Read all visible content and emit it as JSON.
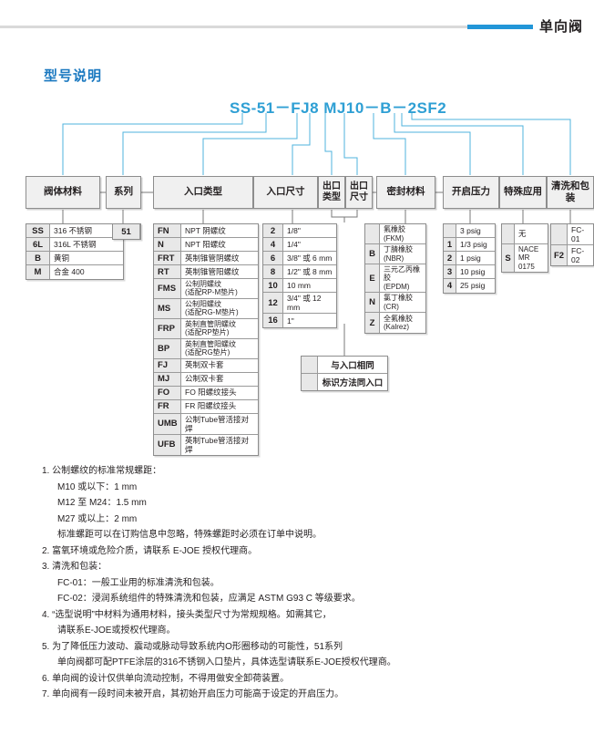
{
  "header": {
    "title": "单向阀",
    "accent_color": "#2296d8",
    "rule_color": "#d9d9d9"
  },
  "section": {
    "title": "型号说明",
    "title_color": "#1b79c0"
  },
  "model_code": {
    "text": "SS-51－FJ8 MJ10－B－2SF2",
    "color": "#2e9fd4"
  },
  "categories": {
    "valve_body": "阀体材料",
    "series": "系列",
    "inlet_type": "入口类型",
    "inlet_size": "入口尺寸",
    "outlet_type": "出口\n类型",
    "outlet_type_l1": "出口",
    "outlet_type_l2": "类型",
    "outlet_size_l1": "出口",
    "outlet_size_l2": "尺寸",
    "seal_material": "密封材料",
    "cracking_pressure": "开启压力",
    "special_application": "特殊应用",
    "cleaning_packaging": "清洗和包装"
  },
  "tables": {
    "valve_body": [
      {
        "code": "SS",
        "desc": "316 不锈钢"
      },
      {
        "code": "6L",
        "desc": "316L 不锈钢"
      },
      {
        "code": "B",
        "desc": "黄铜"
      },
      {
        "code": "M",
        "desc": "合金 400"
      }
    ],
    "series": [
      {
        "code": "51"
      }
    ],
    "inlet_type": [
      {
        "code": "FN",
        "desc": "NPT 阴螺纹"
      },
      {
        "code": "N",
        "desc": "NPT 阳螺纹"
      },
      {
        "code": "FRT",
        "desc": "英制锥管阴螺纹"
      },
      {
        "code": "RT",
        "desc": "英制锥管阳螺纹"
      },
      {
        "code": "FMS",
        "desc": "公制阴螺纹\n(适配RP-M垫片)"
      },
      {
        "code": "MS",
        "desc": "公制阳螺纹\n(适配RG-M垫片)"
      },
      {
        "code": "FRP",
        "desc": "英制直管阴螺纹\n(适配RP垫片)"
      },
      {
        "code": "BP",
        "desc": "英制直管阳螺纹\n(适配RG垫片)"
      },
      {
        "code": "FJ",
        "desc": "英制双卡套"
      },
      {
        "code": "MJ",
        "desc": "公制双卡套"
      },
      {
        "code": "FO",
        "desc": "FO 阳螺纹接头"
      },
      {
        "code": "FR",
        "desc": "FR 阳螺纹接头"
      },
      {
        "code": "UMB",
        "desc": "公制Tube管活接对焊"
      },
      {
        "code": "UFB",
        "desc": "英制Tube管活接对焊"
      }
    ],
    "inlet_size": [
      {
        "code": "2",
        "desc": "1/8\""
      },
      {
        "code": "4",
        "desc": "1/4\""
      },
      {
        "code": "6",
        "desc": "3/8\" 或 6 mm"
      },
      {
        "code": "8",
        "desc": "1/2\" 或 8 mm"
      },
      {
        "code": "10",
        "desc": "10 mm"
      },
      {
        "code": "12",
        "desc": "3/4\" 或 12 mm"
      },
      {
        "code": "16",
        "desc": "1\""
      }
    ],
    "seal_material": [
      {
        "code": "",
        "desc": "氟橡胶\n(FKM)"
      },
      {
        "code": "B",
        "desc": "丁腈橡胶\n(NBR)"
      },
      {
        "code": "E",
        "desc": "三元乙丙橡胶\n(EPDM)"
      },
      {
        "code": "N",
        "desc": "氯丁橡胶\n(CR)"
      },
      {
        "code": "Z",
        "desc": "全氟橡胶\n(Kalrez)"
      }
    ],
    "cracking_pressure": [
      {
        "code": "",
        "desc": "3 psig"
      },
      {
        "code": "1",
        "desc": "1/3 psig"
      },
      {
        "code": "2",
        "desc": "1 psig"
      },
      {
        "code": "3",
        "desc": "10 psig"
      },
      {
        "code": "4",
        "desc": "25 psig"
      }
    ],
    "special_application": [
      {
        "code": "",
        "desc": "无"
      },
      {
        "code": "S",
        "desc": "NACE\nMR 0175"
      }
    ],
    "cleaning_packaging": [
      {
        "code": "",
        "desc": "FC-01"
      },
      {
        "code": "F2",
        "desc": "FC-02"
      }
    ],
    "outlet_note": [
      {
        "code": "",
        "desc": "与入口相同"
      },
      {
        "code": "",
        "desc": "标识方法同入口"
      }
    ]
  },
  "notes": [
    {
      "text": "1. 公制螺纹的标准常规螺距：",
      "indent": 0
    },
    {
      "text": "M10 或以下：1 mm",
      "indent": 1
    },
    {
      "text": "M12 至 M24：1.5 mm",
      "indent": 1
    },
    {
      "text": "M27 或以上：2 mm",
      "indent": 1
    },
    {
      "text": "标准螺距可以在订购信息中忽略，特殊螺距时必须在订单中说明。",
      "indent": 1
    },
    {
      "text": "2. 富氧环境或危险介质，请联系 E-JOE 授权代理商。",
      "indent": 0
    },
    {
      "text": "3. 清洗和包装：",
      "indent": 0
    },
    {
      "text": "FC-01：一般工业用的标准清洗和包装。",
      "indent": 1
    },
    {
      "text": "FC-02：浸润系统组件的特殊清洗和包装，应满足 ASTM G93 C 等级要求。",
      "indent": 1
    },
    {
      "text": "4. “选型说明”中材料为通用材料，接头类型尺寸为常规规格。如需其它，",
      "indent": 0
    },
    {
      "text": "请联系E-JOE或授权代理商。",
      "indent": 1
    },
    {
      "text": "5. 为了降低压力波动、震动或脉动导致系统内O形圈移动的可能性，51系列",
      "indent": 0
    },
    {
      "text": "单向阀都可配PTFE涂层的316不锈钢入口垫片，具体选型请联系E-JOE授权代理商。",
      "indent": 1
    },
    {
      "text": "6. 单向阀的设计仅供单向流动控制，不得用做安全卸荷装置。",
      "indent": 0
    },
    {
      "text": "7. 单向阀有一段时间未被开启，其初始开启压力可能高于设定的开启压力。",
      "indent": 0
    }
  ]
}
